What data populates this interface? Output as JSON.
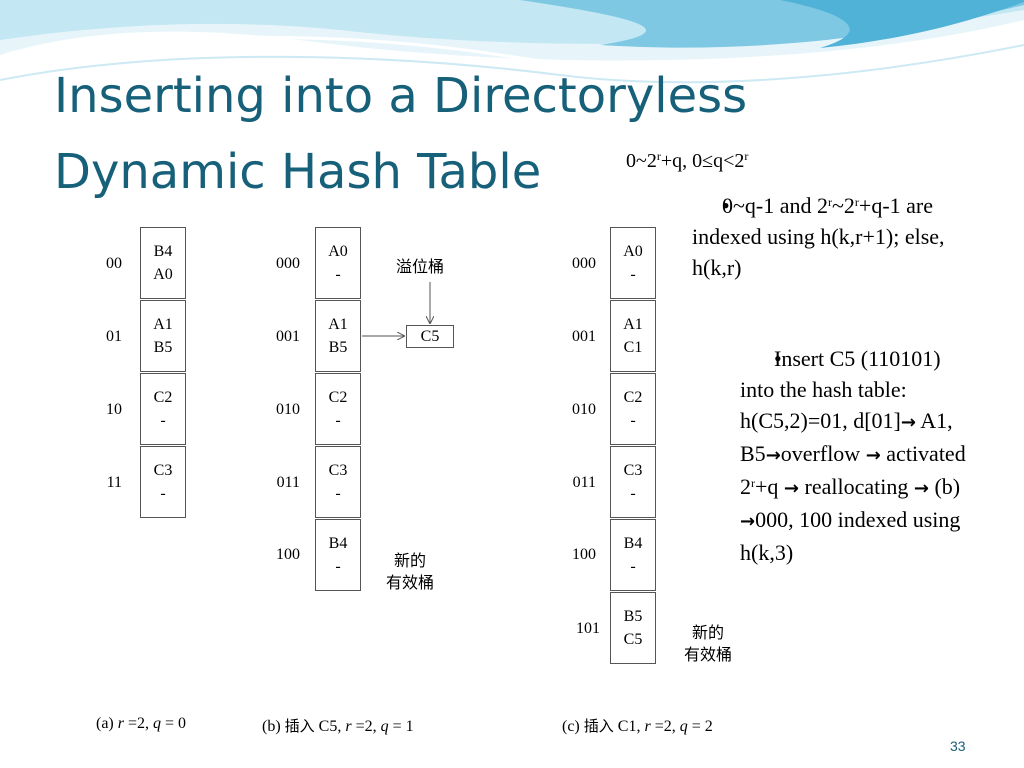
{
  "slide": {
    "title_line1": "Inserting into a Directoryless",
    "title_line2": "Dynamic Hash Table",
    "formula": {
      "p1": "0~2",
      "s1": "r",
      "p2": "+q, 0≤q<2",
      "s2": "r"
    },
    "bullet1": {
      "dot": "•",
      "p1": "0~q-1 and 2",
      "s1": "r",
      "p2": "~2",
      "s2": "r",
      "p3": "+q-1 are indexed using h(k,r+1); else, h(k,r)"
    },
    "bullet2": {
      "dot": "•",
      "p1": "Insert C5 (110101) into the  hash table: h(C5,2)=01, d[01]",
      "arrow": "→",
      "p2": "A1, B5",
      "p3": "overflow",
      "p4": "activated 2",
      "s1": "r",
      "p5": "+q",
      "p6": "reallocating",
      "p7": "(b)",
      "p8": "000, 100 indexed using h(k,3)"
    },
    "page_number": "33"
  },
  "figure": {
    "a": {
      "indices": [
        "00",
        "01",
        "10",
        "11"
      ],
      "buckets": [
        [
          "B4",
          "A0"
        ],
        [
          "A1",
          "B5"
        ],
        [
          "C2",
          "-"
        ],
        [
          "C3",
          "-"
        ]
      ],
      "caption": {
        "open": "(a) ",
        "r": "r",
        "eq1": " =2, ",
        "q": "q",
        "eq2": " = 0"
      }
    },
    "b": {
      "indices": [
        "000",
        "001",
        "010",
        "011",
        "100"
      ],
      "buckets": [
        [
          "A0",
          "-"
        ],
        [
          "A1",
          "B5"
        ],
        [
          "C2",
          "-"
        ],
        [
          "C3",
          "-"
        ],
        [
          "B4",
          "-"
        ]
      ],
      "overflow_label": "溢位桶",
      "overflow_item": "C5",
      "new_bucket_label1": "新的",
      "new_bucket_label2": "有效桶",
      "caption": {
        "open": "(b) ",
        "cjk": "插入",
        "mid": " C5,  ",
        "r": "r",
        "eq1": " =2, ",
        "q": "q",
        "eq2": " = 1"
      }
    },
    "c": {
      "indices": [
        "000",
        "001",
        "010",
        "011",
        "100",
        "101"
      ],
      "buckets": [
        [
          "A0",
          "-"
        ],
        [
          "A1",
          "C1"
        ],
        [
          "C2",
          "-"
        ],
        [
          "C3",
          "-"
        ],
        [
          "B4",
          "-"
        ],
        [
          "B5",
          "C5"
        ]
      ],
      "new_bucket_label1": "新的",
      "new_bucket_label2": "有效桶",
      "caption": {
        "open": "(c) ",
        "cjk": "插入",
        "mid": " C1,  ",
        "r": "r",
        "eq1": " =2, ",
        "q": "q",
        "eq2": " = 2"
      }
    }
  },
  "colors": {
    "title": "#17607a",
    "wave_light": "#dff1f7",
    "wave_mid": "#9fd6ea",
    "wave_dark": "#4fb2d6"
  }
}
